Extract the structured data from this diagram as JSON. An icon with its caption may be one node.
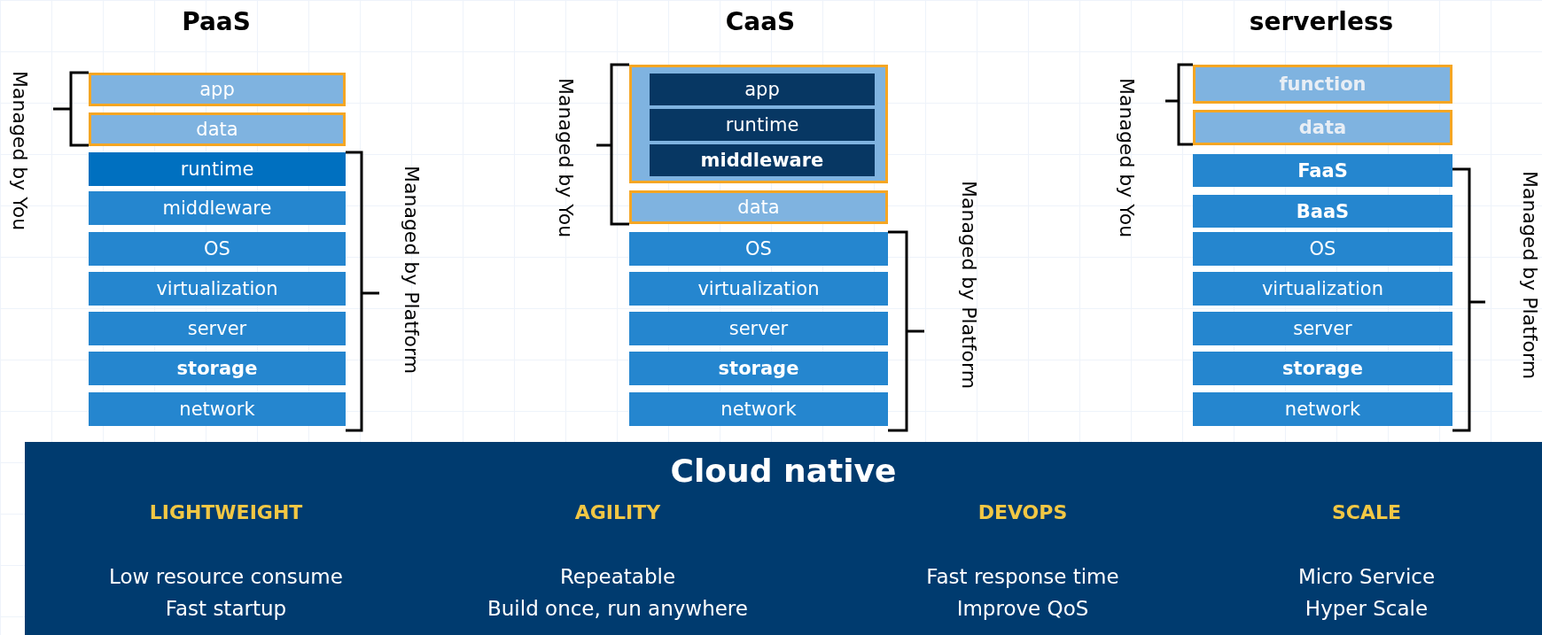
{
  "diagram": {
    "nodes": [
      {
        "text": [
          "app"
        ]
      },
      {
        "text": [
          "data"
        ]
      },
      {
        "text": [
          "runtime"
        ]
      },
      {
        "text": [
          "middleware"
        ]
      },
      {
        "text": [
          "OS"
        ]
      },
      {
        "text": [
          "virtualization"
        ]
      },
      {
        "text": [
          "server"
        ]
      },
      {
        "text": [
          "storage"
        ]
      },
      {
        "text": [
          "network"
        ]
      },
      {
        "text": [],
        "shape": "box"
      },
      {
        "text": [
          "app"
        ],
        "in": 9
      },
      {
        "text": [
          "runtime"
        ],
        "in": 9
      },
      {
        "text": [
          "middleware"
        ],
        "in": 9
      },
      {
        "text": [
          "data"
        ]
      },
      {
        "text": [
          "OS"
        ]
      },
      {
        "text": [
          "virtualization"
        ]
      },
      {
        "text": [
          "server"
        ]
      },
      {
        "text": [
          "storage"
        ]
      },
      {
        "text": [
          "network"
        ]
      },
      {
        "text": [
          "function"
        ]
      },
      {
        "text": [
          "data"
        ]
      },
      {
        "text": [
          "FaaS"
        ]
      },
      {
        "text": [
          "BaaS"
        ]
      },
      {
        "text": [
          "OS"
        ]
      },
      {
        "text": [
          "virtualization"
        ]
      },
      {
        "text": [
          "server"
        ]
      },
      {
        "text": [
          "storage"
        ]
      },
      {
        "text": [
          "network"
        ]
      },
      {
        "text": [
          "Cloud native"
        ]
      }
    ],
    "labels": [
      "PaaS",
      "CaaS",
      "serverless",
      "Managed by You",
      "Managed by Platform",
      "Managed by You",
      "Managed by Platform",
      "Managed by You",
      "Managed by Platform",
      "LIGHTWEIGHT",
      "AGILITY",
      "DEVOPS",
      "SCALE",
      "Low resource consume",
      "Repeatable",
      "Fast response time",
      "Micro Service",
      "Fast startup",
      "Build once, run anywhere",
      "Improve QoS",
      "Hyper Scale"
    ]
  }
}
